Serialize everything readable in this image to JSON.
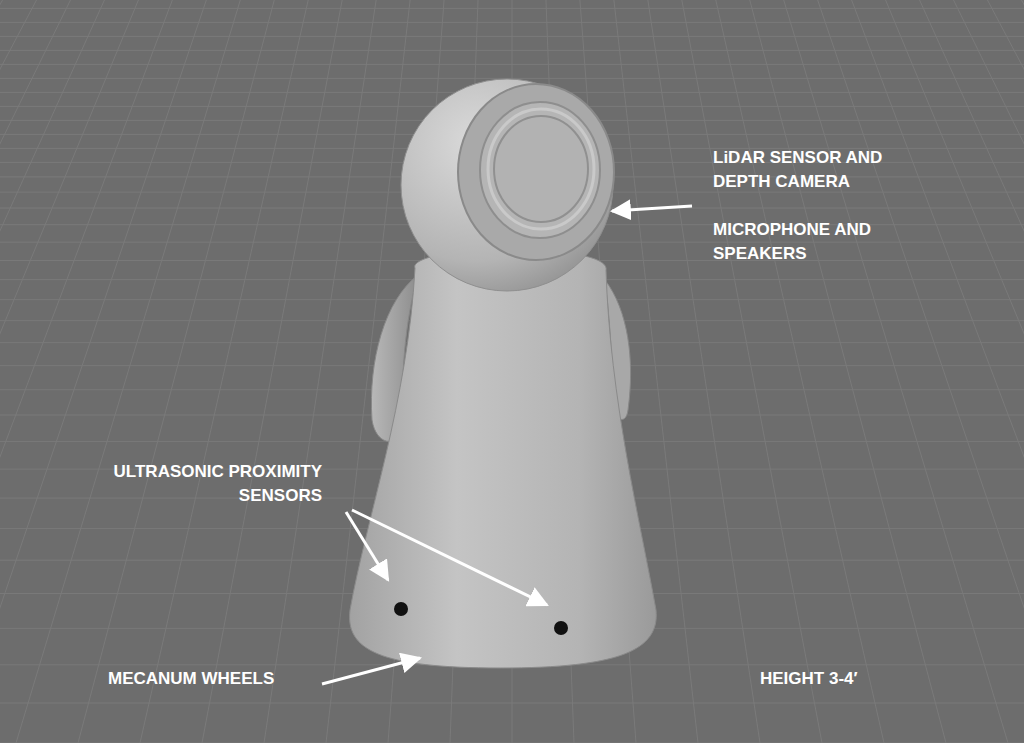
{
  "diagram": {
    "labels": [
      "LiDAR SENSOR AND DEPTH CAMERA",
      "MICROPHONE AND SPEAKERS",
      "ULTRASONIC PROXIMITY SENSORS",
      "MECANUM WHEELS",
      "HEIGHT 3-4′"
    ]
  }
}
